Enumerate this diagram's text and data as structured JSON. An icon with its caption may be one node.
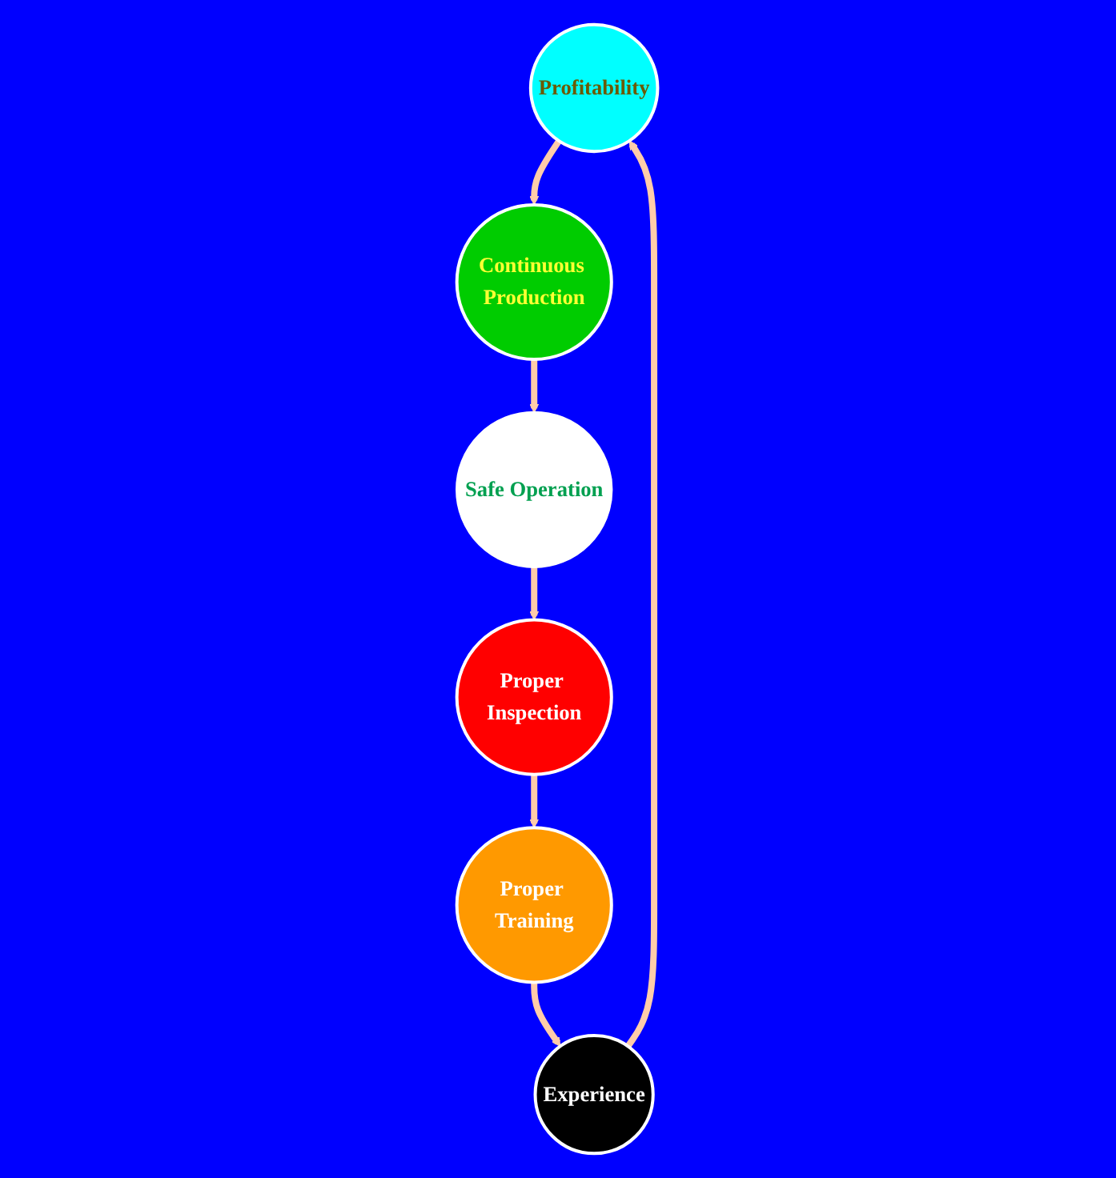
{
  "diagram": {
    "nodes": [
      {
        "text": [
          "Profitability"
        ]
      },
      {
        "text": [
          "Experience"
        ]
      },
      {
        "text": [
          "Continuous Production"
        ]
      },
      {
        "text": [
          "Safe Operation"
        ]
      },
      {
        "text": [
          "Proper Training"
        ]
      },
      {
        "text": [
          "Proper Inspection"
        ]
      }
    ],
    "edges": [
      {
        "from": 0,
        "to": 2,
        "arrow": "to"
      },
      {
        "from": 2,
        "to": 3,
        "arrow": "to"
      },
      {
        "from": 3,
        "to": 5,
        "arrow": "to"
      },
      {
        "from": 5,
        "to": 4,
        "arrow": "to"
      },
      {
        "from": 4,
        "to": 1,
        "arrow": "to"
      },
      {
        "from": 1,
        "to": 0,
        "arrow": "to"
      }
    ]
  }
}
